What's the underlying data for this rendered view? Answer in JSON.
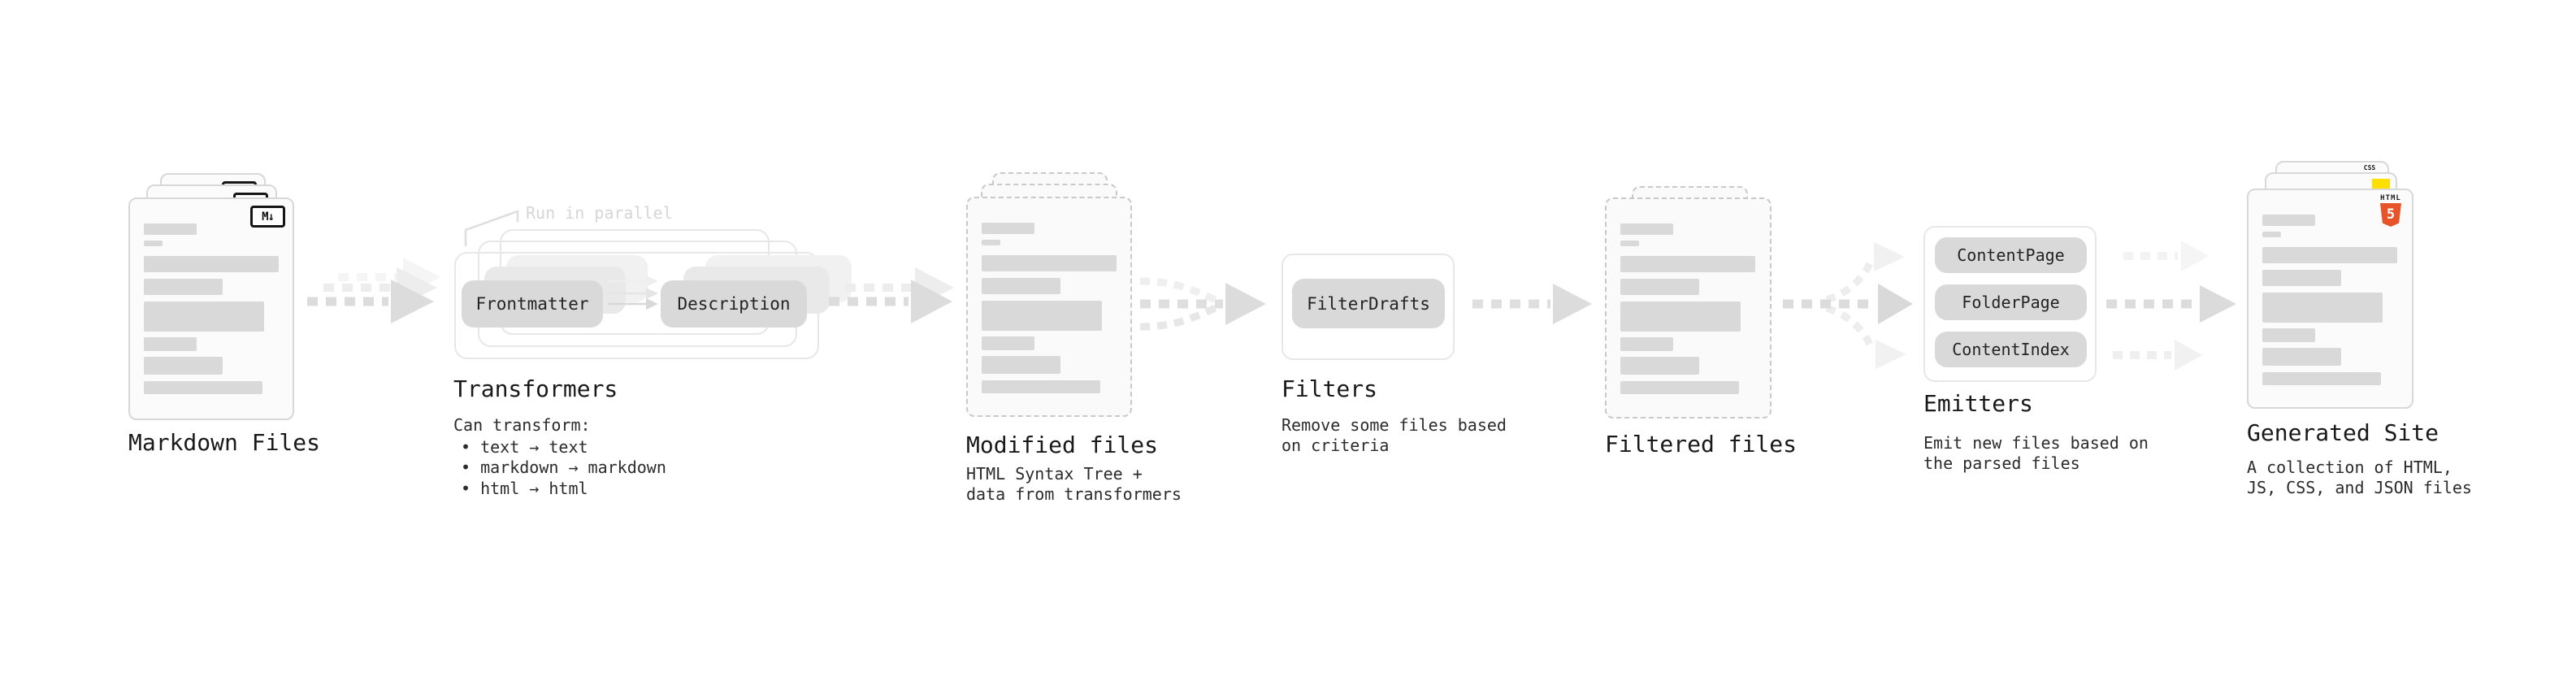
{
  "markdown": {
    "label": "Markdown Files",
    "badge": "M↓"
  },
  "transformers": {
    "label": "Transformers",
    "annotation": "Run in parallel",
    "pill_left": "Frontmatter",
    "pill_right": "Description",
    "desc_title": "Can transform:",
    "bullets": [
      "• text → text",
      "• markdown → markdown",
      "• html → html"
    ]
  },
  "modified": {
    "label": "Modified files",
    "desc": [
      "HTML Syntax Tree +",
      "data from transformers"
    ]
  },
  "filters": {
    "label": "Filters",
    "pill": "FilterDrafts",
    "desc": [
      "Remove some files based",
      "on criteria"
    ]
  },
  "filtered": {
    "label": "Filtered files"
  },
  "emitters": {
    "label": "Emitters",
    "pills": [
      "ContentPage",
      "FolderPage",
      "ContentIndex"
    ],
    "desc": [
      "Emit new files based on",
      "the parsed files"
    ]
  },
  "generated": {
    "label": "Generated Site",
    "desc": [
      "A collection of HTML,",
      "JS, CSS, and JSON files"
    ],
    "badges": {
      "css": "CSS",
      "html_label": "HTML",
      "html_number": "5"
    }
  },
  "colors": {
    "skeleton_gray": "#d9d9d9",
    "arrow_gray": "#dcdcdc",
    "pill_gray": "#d9d9d9",
    "annotation_gray": "#d6d6d6",
    "html5_orange": "#e8542a",
    "js_yellow": "#ffdf00",
    "css_blue": "#2b5ce0"
  }
}
